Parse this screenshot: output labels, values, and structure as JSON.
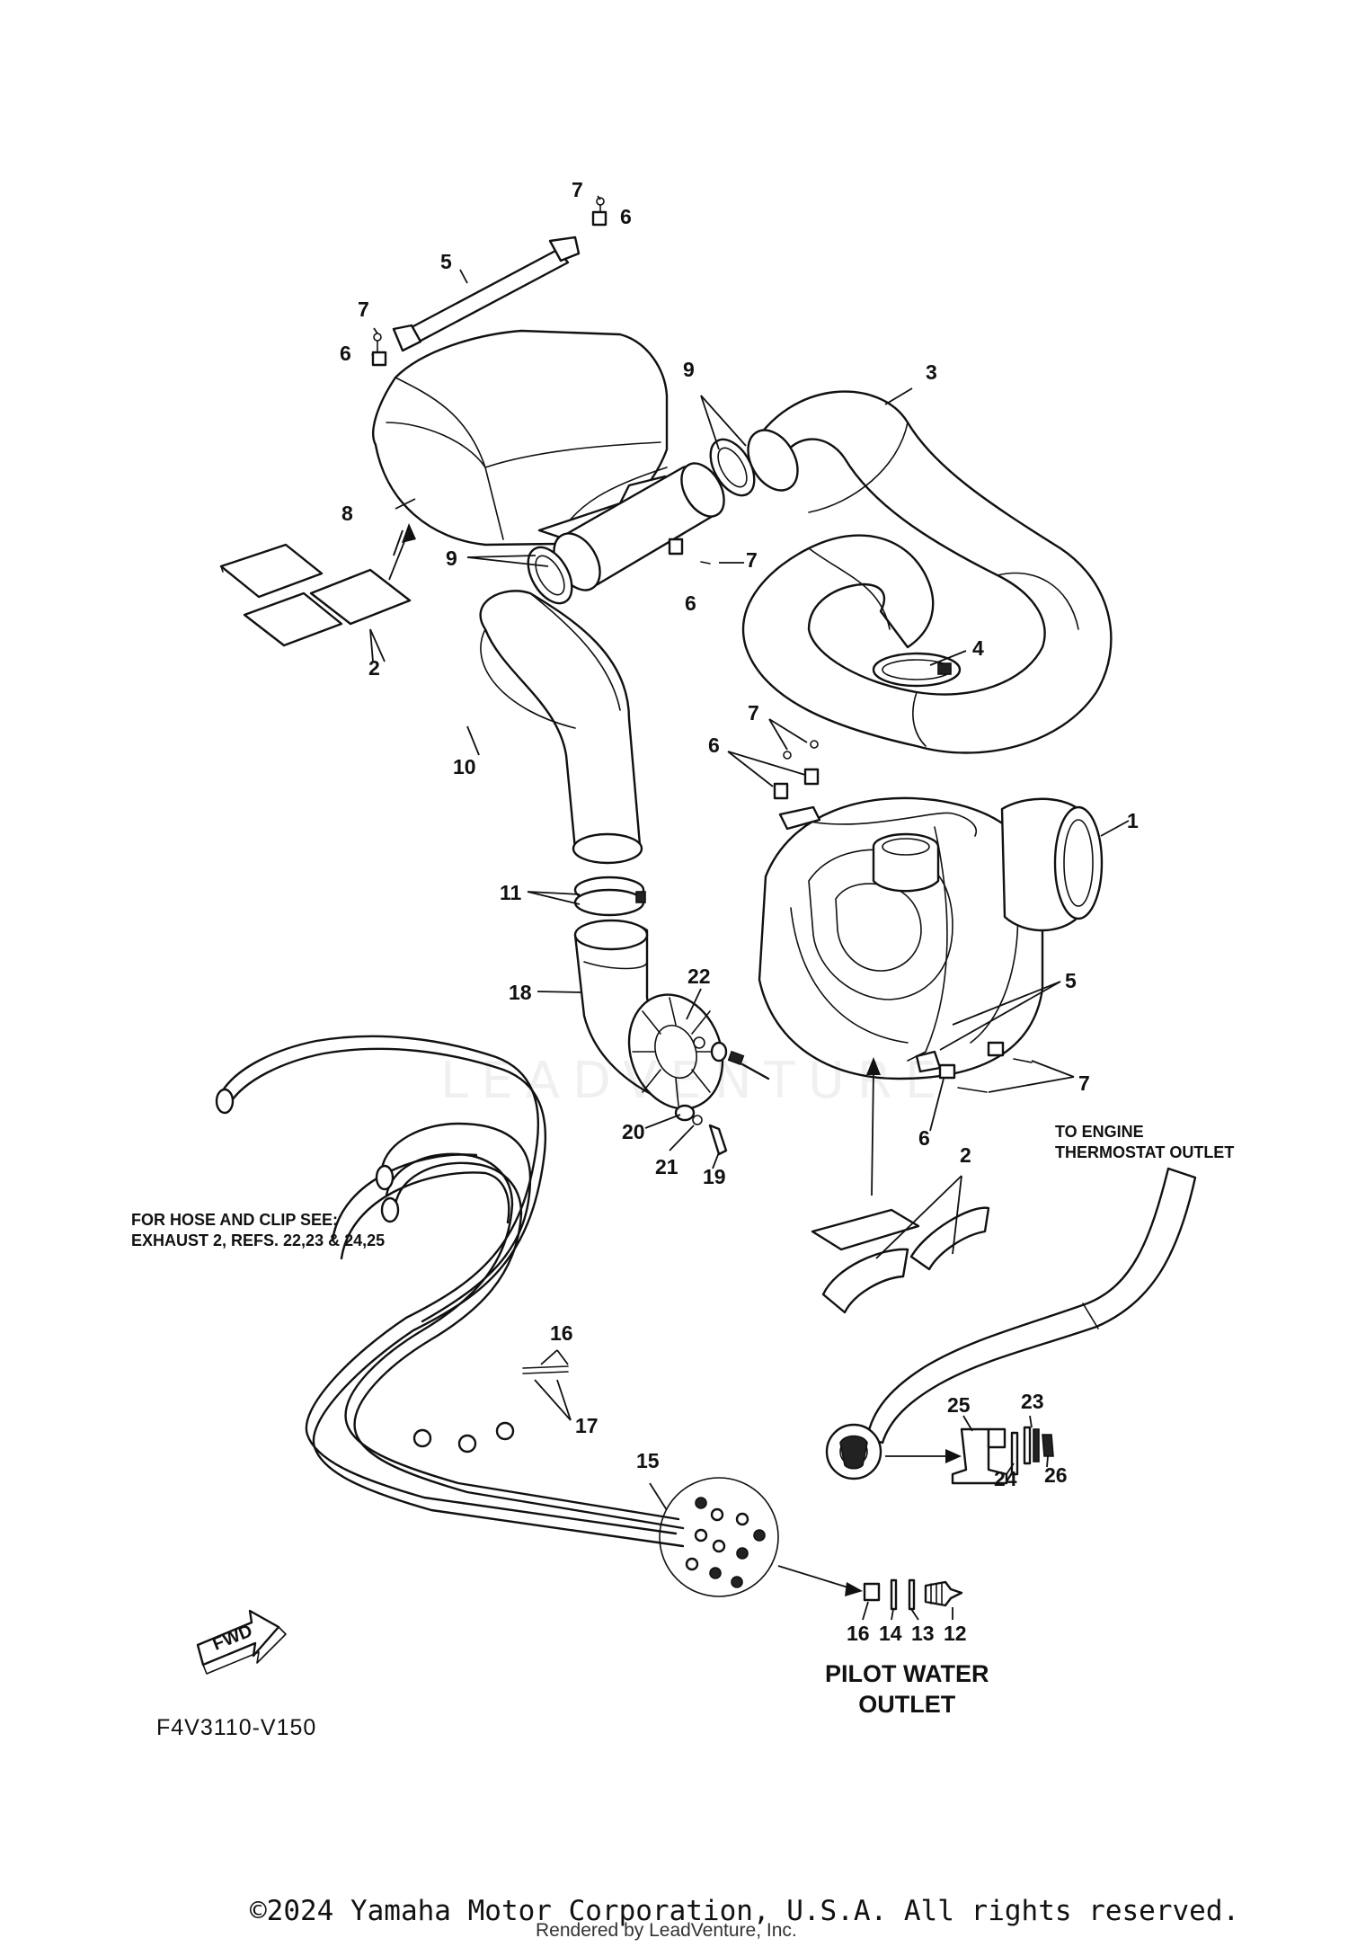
{
  "diagram": {
    "code": "F4V3110-V150",
    "note_hose": "FOR HOSE AND CLIP SEE:\nEXHAUST 2, REFS. 22,23 & 24,25",
    "note_engine": "TO ENGINE\nTHERMOSTAT OUTLET",
    "pilot_outlet": "PILOT WATER\nOUTLET",
    "fwd": "FWD",
    "watermark": "LEADVENTURE",
    "copyright": "©2024 Yamaha Motor Corporation, U.S.A. All rights reserved.",
    "rendered_by": "Rendered by LeadVenture, Inc.",
    "callouts": {
      "c1": "1",
      "c2a": "2",
      "c2b": "2",
      "c3": "3",
      "c4": "4",
      "c5a": "5",
      "c5b": "5",
      "c6a": "6",
      "c6b": "6",
      "c6c": "6",
      "c6d": "6",
      "c6e": "6",
      "c7a": "7",
      "c7b": "7",
      "c7c": "7",
      "c7d": "7",
      "c7e": "7",
      "c8": "8",
      "c9a": "9",
      "c9b": "9",
      "c10": "10",
      "c11": "11",
      "c12": "12",
      "c13": "13",
      "c14": "14",
      "c15": "15",
      "c16a": "16",
      "c16b": "16",
      "c17": "17",
      "c18": "18",
      "c19": "19",
      "c20": "20",
      "c21": "21",
      "c22": "22",
      "c23": "23",
      "c24": "24",
      "c25": "25",
      "c26": "26"
    }
  }
}
